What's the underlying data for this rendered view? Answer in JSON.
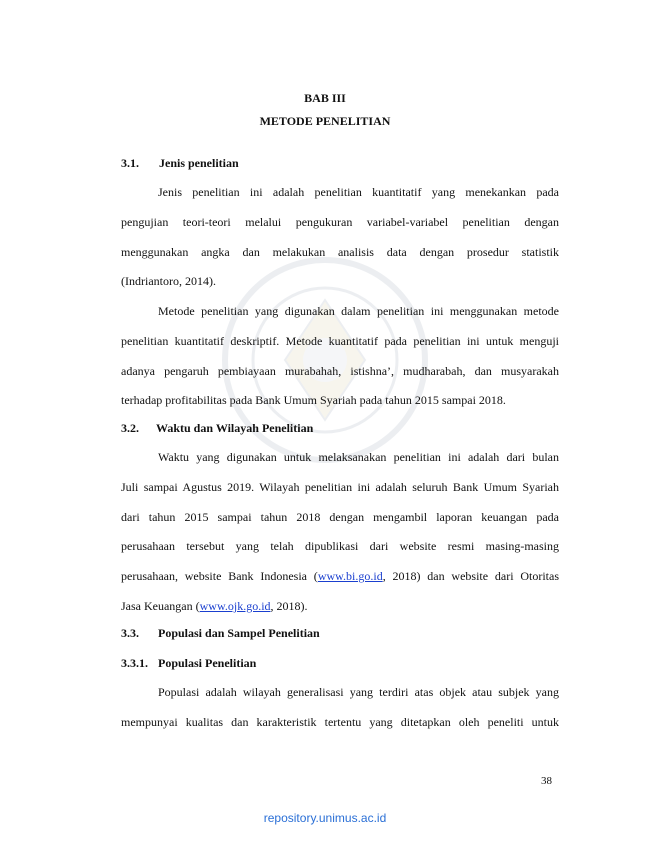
{
  "chapter": "BAB III",
  "title": "METODE PENELITIAN",
  "sections": {
    "s31": {
      "num": "3.1.",
      "title": "Jenis penelitian"
    },
    "s32": {
      "num": "3.2.",
      "title": "Waktu dan Wilayah Penelitian"
    },
    "s33": {
      "num": "3.3.",
      "title": "Populasi dan Sampel Penelitian"
    },
    "s331": {
      "num": "3.3.1.",
      "title": "Populasi Penelitian"
    }
  },
  "p1": [
    "Jenis penelitian ini adalah penelitian kuantitatif yang menekankan pada",
    "pengujian teori-teori melalui pengukuran variabel-variabel penelitian dengan",
    "menggunakan angka dan melakukan analisis data dengan prosedur statistik",
    "(Indriantoro, 2014)."
  ],
  "p2": [
    "Metode penelitian yang digunakan dalam penelitian ini menggunakan metode",
    "penelitian kuantitatif deskriptif. Metode kuantitatif pada penelitian ini untuk menguji",
    "adanya pengaruh pembiayaan murabahah, istishna’, mudharabah, dan musyarakah",
    "terhadap profitabilitas pada Bank Umum Syariah pada tahun 2015 sampai 2018."
  ],
  "p3": [
    "Waktu yang digunakan untuk melaksanakan penelitian ini adalah dari bulan",
    "Juli sampai Agustus 2019. Wilayah penelitian ini adalah seluruh Bank Umum Syariah",
    "dari tahun 2015 sampai tahun 2018 dengan mengambil laporan keuangan pada",
    "perusahaan tersebut yang telah dipublikasi dari website resmi masing-masing"
  ],
  "p3_line5": {
    "before": "perusahaan, website Bank Indonesia (",
    "link": "www.bi.go.id",
    "after": ", 2018) dan website dari Otoritas"
  },
  "p3_line6": {
    "before": "Jasa Keuangan (",
    "link": "www.ojk.go.id",
    "after": ", 2018)."
  },
  "p4": [
    "Populasi adalah wilayah generalisasi yang terdiri atas objek atau subjek yang",
    "mempunyai kualitas dan karakteristik tertentu yang ditetapkan oleh peneliti untuk"
  ],
  "page_number": "38",
  "footer": "repository.unimus.ac.id",
  "colors": {
    "link": "#1a3fcf",
    "footer": "#2a6fd6"
  }
}
